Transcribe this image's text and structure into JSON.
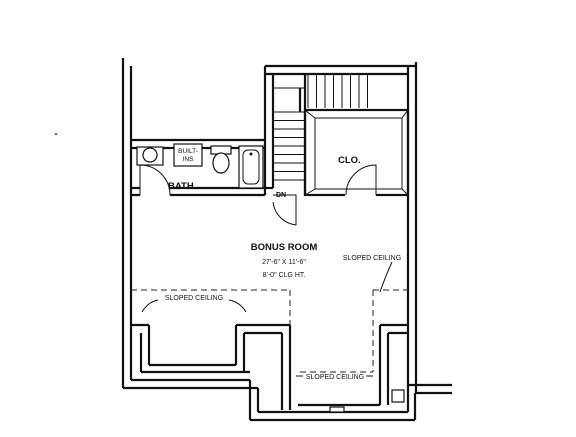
{
  "labels": {
    "room_name": "BONUS ROOM",
    "room_dims": "27'-6\" X 11'-6\"",
    "ceiling_height": "8'-0\" CLG HT.",
    "bath": "BATH",
    "closet": "CLO.",
    "built_ins_line1": "BUILT-",
    "built_ins_line2": "INS",
    "stair_dn": "DN",
    "sloped_left": "SLOPED CEILING",
    "sloped_right": "SLOPED CEILING",
    "sloped_bottom": "SLOPED CEILING"
  }
}
